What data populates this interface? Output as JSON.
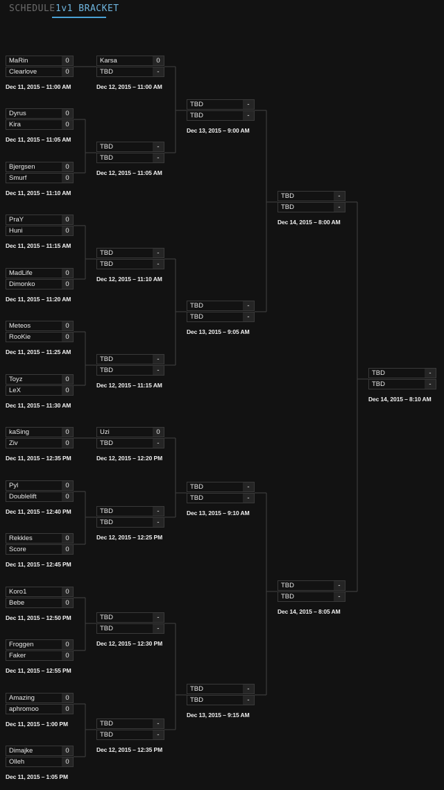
{
  "tabs": {
    "schedule": "SCHEDULE",
    "bracket": "1v1 BRACKET"
  },
  "bracket": {
    "rounds": [
      {
        "matches": [
          {
            "p1": "MaRin",
            "s1": "0",
            "p2": "Clearlove",
            "s2": "0",
            "date": "Dec 11, 2015 – 11:00 AM"
          },
          {
            "p1": "Dyrus",
            "s1": "0",
            "p2": "Kira",
            "s2": "0",
            "date": "Dec 11, 2015 – 11:05 AM"
          },
          {
            "p1": "Bjergsen",
            "s1": "0",
            "p2": "Smurf",
            "s2": "0",
            "date": "Dec 11, 2015 – 11:10 AM"
          },
          {
            "p1": "PraY",
            "s1": "0",
            "p2": "Huni",
            "s2": "0",
            "date": "Dec 11, 2015 – 11:15 AM"
          },
          {
            "p1": "MadLife",
            "s1": "0",
            "p2": "Dimonko",
            "s2": "0",
            "date": "Dec 11, 2015 – 11:20 AM"
          },
          {
            "p1": "Meteos",
            "s1": "0",
            "p2": "RooKie",
            "s2": "0",
            "date": "Dec 11, 2015 – 11:25 AM"
          },
          {
            "p1": "Toyz",
            "s1": "0",
            "p2": "LeX",
            "s2": "0",
            "date": "Dec 11, 2015 – 11:30 AM"
          },
          {
            "p1": "kaSing",
            "s1": "0",
            "p2": "Ziv",
            "s2": "0",
            "date": "Dec 11, 2015 – 12:35 PM"
          },
          {
            "p1": "Pyl",
            "s1": "0",
            "p2": "Doublelift",
            "s2": "0",
            "date": "Dec 11, 2015 – 12:40 PM"
          },
          {
            "p1": "Rekkles",
            "s1": "0",
            "p2": "Score",
            "s2": "0",
            "date": "Dec 11, 2015 – 12:45 PM"
          },
          {
            "p1": "Koro1",
            "s1": "0",
            "p2": "Bebe",
            "s2": "0",
            "date": "Dec 11, 2015 – 12:50 PM"
          },
          {
            "p1": "Froggen",
            "s1": "0",
            "p2": "Faker",
            "s2": "0",
            "date": "Dec 11, 2015 – 12:55 PM"
          },
          {
            "p1": "Amazing",
            "s1": "0",
            "p2": "aphromoo",
            "s2": "0",
            "date": "Dec 11, 2015 – 1:00 PM"
          },
          {
            "p1": "Dimajke",
            "s1": "0",
            "p2": "Olleh",
            "s2": "0",
            "date": "Dec 11, 2015 – 1:05 PM"
          }
        ]
      },
      {
        "matches": [
          {
            "p1": "Karsa",
            "s1": "0",
            "p2": "TBD",
            "s2": "-",
            "date": "Dec 12, 2015 – 11:00 AM"
          },
          {
            "p1": "TBD",
            "s1": "-",
            "p2": "TBD",
            "s2": "-",
            "date": "Dec 12, 2015 – 11:05 AM"
          },
          {
            "p1": "TBD",
            "s1": "-",
            "p2": "TBD",
            "s2": "-",
            "date": "Dec 12, 2015 – 11:10 AM"
          },
          {
            "p1": "TBD",
            "s1": "-",
            "p2": "TBD",
            "s2": "-",
            "date": "Dec 12, 2015 – 11:15 AM"
          },
          {
            "p1": "Uzi",
            "s1": "0",
            "p2": "TBD",
            "s2": "-",
            "date": "Dec 12, 2015 – 12:20 PM"
          },
          {
            "p1": "TBD",
            "s1": "-",
            "p2": "TBD",
            "s2": "-",
            "date": "Dec 12, 2015 – 12:25 PM"
          },
          {
            "p1": "TBD",
            "s1": "-",
            "p2": "TBD",
            "s2": "-",
            "date": "Dec 12, 2015 – 12:30 PM"
          },
          {
            "p1": "TBD",
            "s1": "-",
            "p2": "TBD",
            "s2": "-",
            "date": "Dec 12, 2015 – 12:35 PM"
          }
        ]
      },
      {
        "matches": [
          {
            "p1": "TBD",
            "s1": "-",
            "p2": "TBD",
            "s2": "-",
            "date": "Dec 13, 2015 – 9:00 AM"
          },
          {
            "p1": "TBD",
            "s1": "-",
            "p2": "TBD",
            "s2": "-",
            "date": "Dec 13, 2015 – 9:05 AM"
          },
          {
            "p1": "TBD",
            "s1": "-",
            "p2": "TBD",
            "s2": "-",
            "date": "Dec 13, 2015 – 9:10 AM"
          },
          {
            "p1": "TBD",
            "s1": "-",
            "p2": "TBD",
            "s2": "-",
            "date": "Dec 13, 2015 – 9:15 AM"
          }
        ]
      },
      {
        "matches": [
          {
            "p1": "TBD",
            "s1": "-",
            "p2": "TBD",
            "s2": "-",
            "date": "Dec 14, 2015 – 8:00 AM"
          },
          {
            "p1": "TBD",
            "s1": "-",
            "p2": "TBD",
            "s2": "-",
            "date": "Dec 14, 2015 – 8:05 AM"
          }
        ]
      },
      {
        "matches": [
          {
            "p1": "TBD",
            "s1": "-",
            "p2": "TBD",
            "s2": "-",
            "date": "Dec 14, 2015 – 8:10 AM"
          }
        ]
      }
    ],
    "colors": {
      "background": "#121212",
      "accent": "#4aa3d8",
      "border": "#3a3a3a",
      "score_bg": "#252525",
      "line": "#3c3c3c"
    }
  }
}
